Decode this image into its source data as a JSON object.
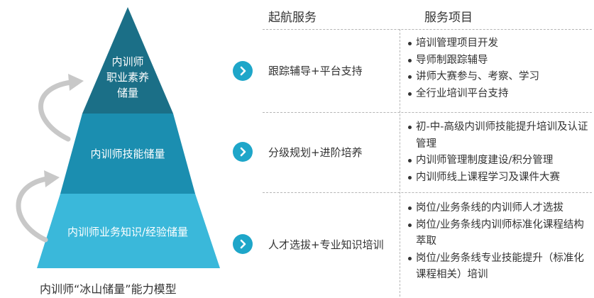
{
  "pyramid": {
    "tiers": [
      {
        "lines": [
          "内训师",
          "职业素养",
          "储量"
        ],
        "color": "#1b6f87"
      },
      {
        "lines": [
          "内训师技能储量"
        ],
        "color": "#1b8eb0"
      },
      {
        "lines": [
          "内训师业务知识/经验储量"
        ],
        "color": "#3ab8da"
      }
    ],
    "caption": "内训师“冰山储量”能力模型"
  },
  "table": {
    "headers": {
      "service": "起航服务",
      "items": "服务项目"
    },
    "rows": [
      {
        "service": "跟踪辅导+平台支持",
        "items": [
          "培训管理项目开发",
          "导师制跟踪辅导",
          "讲师大赛参与、考察、学习",
          "全行业培训平台支持"
        ]
      },
      {
        "service": "分级规划+进阶培养",
        "items": [
          "初-中-高级内训师技能提升培训及认证管理",
          "内训师管理制度建设/积分管理",
          "内训师线上课程学习及课件大赛"
        ]
      },
      {
        "service": "人才选拔+专业知识培训",
        "items": [
          "岗位/业务条线的内训师人才选拔",
          "岗位/业务条线内训师标准化课程结构萃取",
          "岗位/业务条线专业技能提升（标准化课程相关）培训"
        ]
      }
    ]
  },
  "colors": {
    "accent": "#1ea6c9",
    "separator": "#b5b5b5",
    "curve_arrow": "#c8c8c8"
  }
}
